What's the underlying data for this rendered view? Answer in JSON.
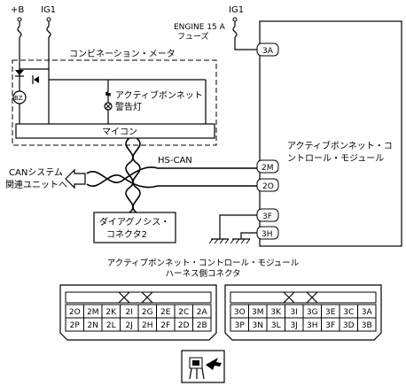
{
  "power": {
    "plus_b": "+B",
    "ig1_left": "IG1",
    "ig1_right": "IG1"
  },
  "fuse": {
    "line1": "ENGINE 15 A",
    "line2": "フューズ"
  },
  "meter": {
    "title": "コンビネーション・メータ",
    "buzzer": "BZ",
    "warning_lamp_line1": "アクティブボンネット",
    "warning_lamp_line2": "警告灯",
    "microcomputer": "マイコン"
  },
  "module": {
    "name_line1": "アクティブボンネット・コ",
    "name_line2": "ントロール・モジュール",
    "pins": [
      "3A",
      "2M",
      "2O",
      "3F",
      "3H"
    ]
  },
  "can": {
    "bus_label": "HS-CAN",
    "system_line1": "CANシステム",
    "system_line2": "関連ユニットへ"
  },
  "diag_connector": {
    "line1": "ダイアグノシス・",
    "line2": "コネクタ2"
  },
  "harness": {
    "title_line1": "アクティブボンネット・コントロール・モジュール",
    "title_line2": "ハーネス側コネクタ",
    "left_connector": {
      "row1": [
        "2O",
        "2M",
        "2K",
        "2I",
        "2G",
        "2E",
        "2C",
        "2A"
      ],
      "row2": [
        "2P",
        "2N",
        "2L",
        "2J",
        "2H",
        "2F",
        "2D",
        "2B"
      ]
    },
    "right_connector": {
      "row1": [
        "3O",
        "3M",
        "3K",
        "3I",
        "3G",
        "3E",
        "3C",
        "3A"
      ],
      "row2": [
        "3P",
        "3N",
        "3L",
        "3J",
        "3H",
        "3F",
        "3D",
        "3B"
      ]
    }
  }
}
